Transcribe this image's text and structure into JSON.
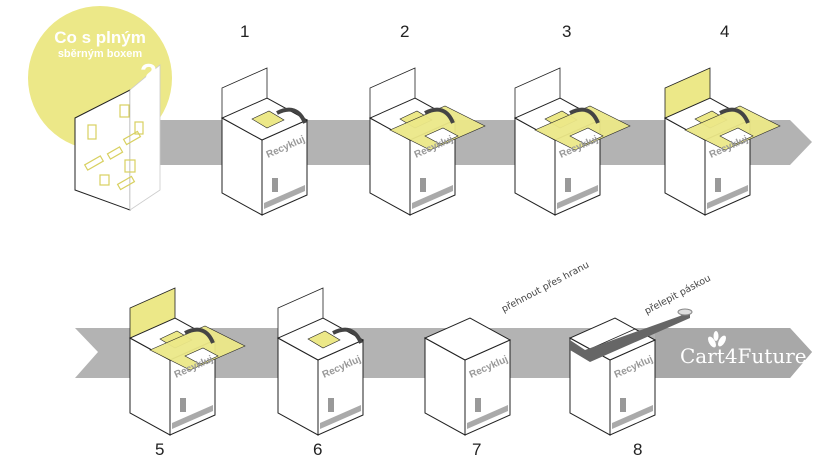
{
  "header": {
    "title_line1": "Co s plným",
    "title_line2": "sběrným boxem",
    "question_mark": "?"
  },
  "steps": [
    {
      "number": "1"
    },
    {
      "number": "2"
    },
    {
      "number": "3"
    },
    {
      "number": "4"
    },
    {
      "number": "5"
    },
    {
      "number": "6"
    },
    {
      "number": "7"
    },
    {
      "number": "8"
    }
  ],
  "notes": {
    "step7": "přehnout přes hranu",
    "step8": "přelepit páskou"
  },
  "box_label": "Recykluj",
  "brand": "Cart4Future",
  "colors": {
    "yellow": "#ece888",
    "arrow": "#b3b3b3",
    "tape": "#666666"
  }
}
